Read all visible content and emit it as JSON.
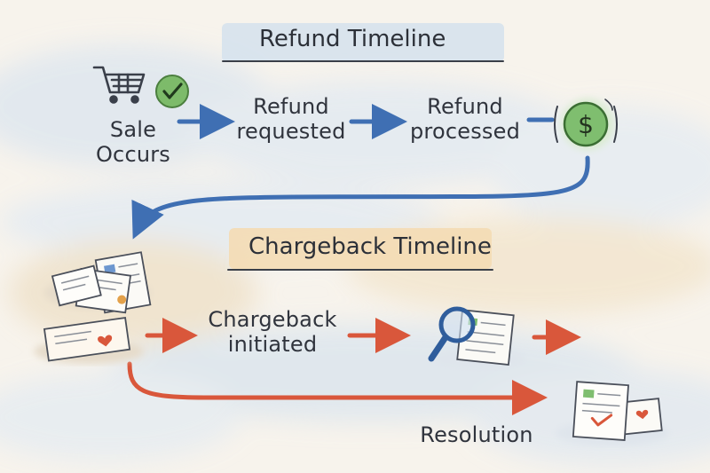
{
  "diagram": {
    "refund": {
      "title": "Refund Timeline",
      "steps": {
        "sale": "Sale\nOccurs",
        "requested": "Refund\nrequested",
        "processed": "Refund\nprocessed"
      }
    },
    "chargeback": {
      "title": "Chargeback Timeline",
      "steps": {
        "initiated": "Chargeback\ninitiated",
        "resolution": "Resolution"
      }
    },
    "colors": {
      "refund_arrow": "#3f6fb3",
      "chargeback_arrow": "#d9573b",
      "title_band_blue": "#d7e3ee",
      "title_band_orange": "#f5dcb6",
      "check_green": "#7dbb6a",
      "dollar_green": "#7fbe6f"
    },
    "icons": [
      "shopping-cart-icon",
      "check-icon",
      "dollar-coin-icon",
      "documents-icon",
      "heart-document-icon",
      "magnifier-document-icon",
      "resolved-document-icon"
    ]
  }
}
